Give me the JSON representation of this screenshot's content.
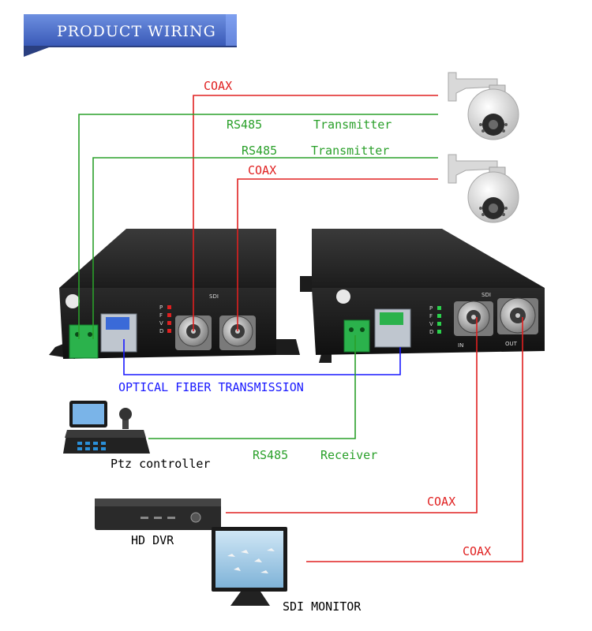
{
  "banner": {
    "title": "PRODUCT WIRING"
  },
  "labels": {
    "coax_top": "COAX",
    "rs485_tx_1": "RS485",
    "transmitter_1": "Transmitter",
    "rs485_tx_2": "RS485",
    "transmitter_2": "Transmitter",
    "coax_mid": "COAX",
    "optical": "OPTICAL FIBER TRANSMISSION",
    "rs485_rx": "RS485",
    "receiver": "Receiver",
    "coax_dvr": "COAX",
    "coax_monitor": "COAX"
  },
  "devices": {
    "ptz_controller": "Ptz controller",
    "hd_dvr": "HD DVR",
    "sdi_monitor": "SDI MONITOR"
  },
  "device_markings": {
    "sdi": "SDI",
    "led_letters": [
      "P",
      "F",
      "V",
      "D"
    ],
    "port_in": "IN",
    "port_out": "OUT"
  },
  "colors": {
    "coax": "#e02020",
    "rs485": "#2aa02a",
    "fiber": "#1a1aff",
    "banner": "#4a6fc8"
  }
}
